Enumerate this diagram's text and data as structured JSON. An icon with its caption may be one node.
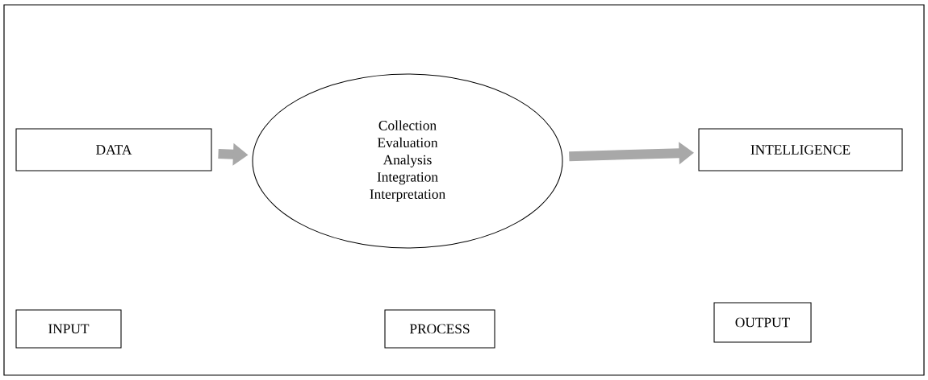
{
  "diagram": {
    "nodes": [
      {
        "text": [
          "DATA"
        ]
      },
      {
        "text": [
          "Collection",
          "Evaluation",
          "Analysis",
          "Integration",
          "Interpretation"
        ]
      },
      {
        "text": [
          "INTELLIGENCE"
        ]
      },
      {
        "text": [
          "INPUT"
        ]
      },
      {
        "text": [
          "PROCESS"
        ]
      },
      {
        "text": [
          "OUTPUT"
        ]
      }
    ],
    "edges": [
      {
        "from": 0,
        "to": 1,
        "arrow": "to"
      },
      {
        "from": 1,
        "to": 2,
        "arrow": "to"
      }
    ]
  }
}
